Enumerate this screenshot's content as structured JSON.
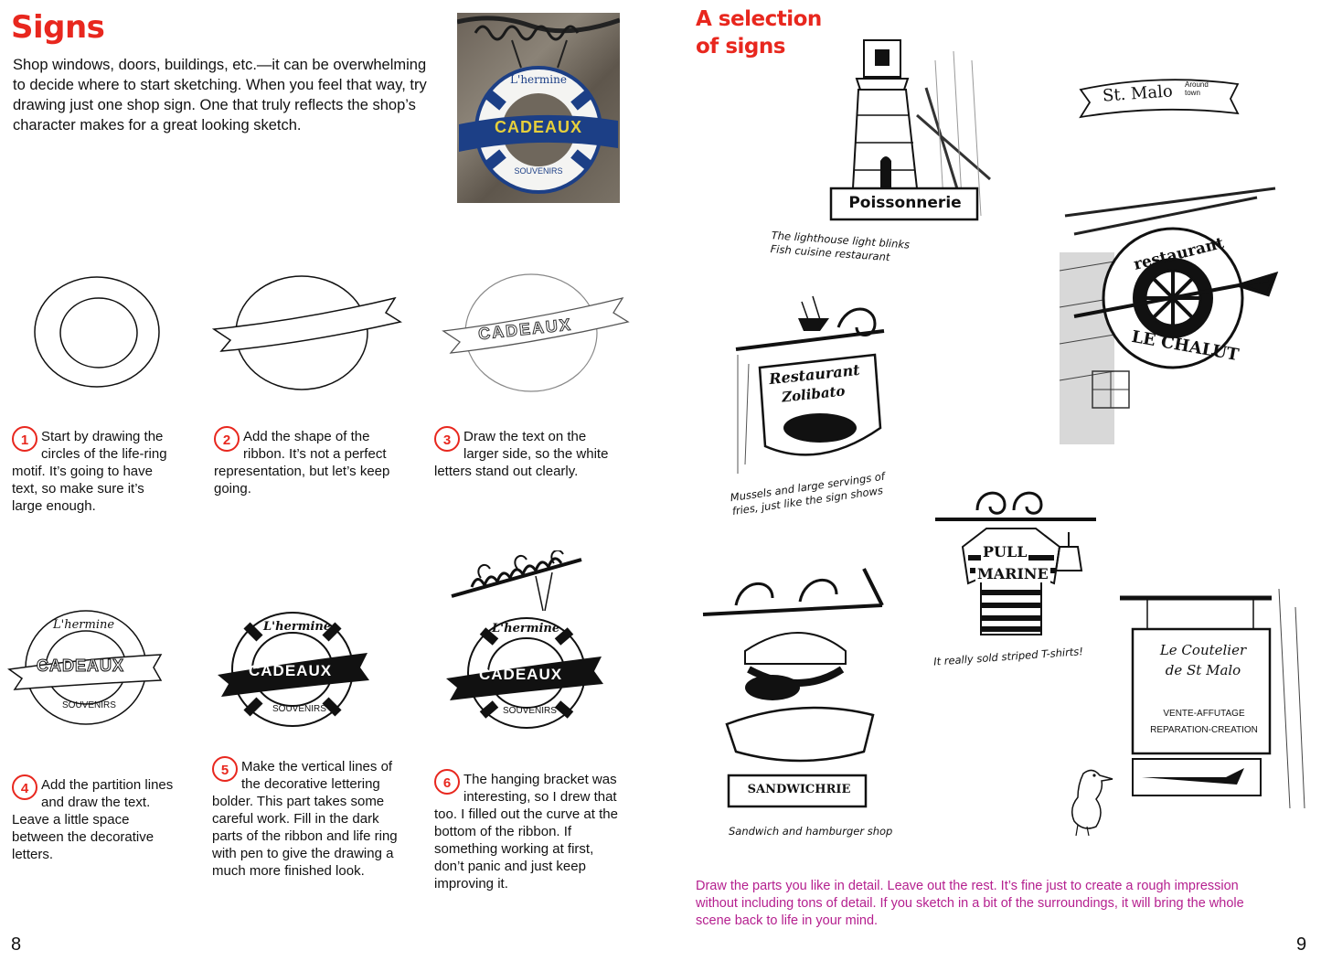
{
  "left": {
    "title": "Signs",
    "intro": "Shop windows, doors, buildings, etc.—it can be overwhelming to decide where to start sketching. When you feel that way, try drawing just one shop sign. One that truly reflects the shop’s character makes for a great looking sketch.",
    "photo": {
      "top_text": "L'hermine",
      "band_text": "CADEAUX",
      "bottom_text": "SOUVENIRS"
    },
    "sketch_text": {
      "cadeaux": "CADEAUX",
      "hermine": "L'hermine",
      "souvenirs": "SOUVENIRS"
    },
    "steps": [
      {
        "num": "1",
        "text": "Start by drawing the circles of the life-ring motif. It’s going to have text, so make sure it’s large enough."
      },
      {
        "num": "2",
        "text": "Add the shape of the ribbon. It’s not a perfect representation, but let’s keep going."
      },
      {
        "num": "3",
        "text": "Draw the text on the larger side, so the white letters stand out clearly."
      },
      {
        "num": "4",
        "text": "Add the partition lines and draw the text. Leave a little space between the decorative letters."
      },
      {
        "num": "5",
        "text": "Make the vertical lines of the decorative lettering bolder. This part takes some careful work. Fill in the dark parts of the ribbon and life ring with pen to give the drawing a much more finished look."
      },
      {
        "num": "6",
        "text": "The hanging bracket was interesting, so I drew that too. I filled out the curve at the bottom of the ribbon. If something working at first, don’t panic and just keep improving it."
      }
    ],
    "page_number": "8"
  },
  "right": {
    "title": "A selection of signs",
    "signs": {
      "st_malo": "St. Malo",
      "around_town": "Around town",
      "poissonnerie": "Poissonnerie",
      "restaurant": "Restaurant",
      "zolibato": "Zolibato",
      "restaurant2": "restaurant",
      "le_chalut": "LE CHALUT",
      "pull": "PULL",
      "marine": "MARINE",
      "sandwichrie": "SANDWICHRIE",
      "coutelier1": "Le Coutelier",
      "coutelier2": "de St Malo",
      "vente": "VENTE-AFFUTAGE",
      "reparation": "REPARATION-CREATION"
    },
    "captions": {
      "lighthouse": "The lighthouse light blinks\nFish cuisine restaurant",
      "mussels": "Mussels and large servings of\nfries, just like the sign shows",
      "striped": "It really sold striped T-shirts!",
      "sandwich": "Sandwich and hamburger shop"
    },
    "bottom_note": "Draw the parts you like in detail. Leave out the rest. It’s fine just to create a rough impression without including tons of detail. If you sketch in a bit of the surroundings, it will bring the whole scene back to life in your mind.",
    "page_number": "9"
  },
  "colors": {
    "heading_red": "#e8271e",
    "note_magenta": "#b5208f",
    "ring_blue": "#1c3f86",
    "band_yellow": "#e6cf3b"
  }
}
